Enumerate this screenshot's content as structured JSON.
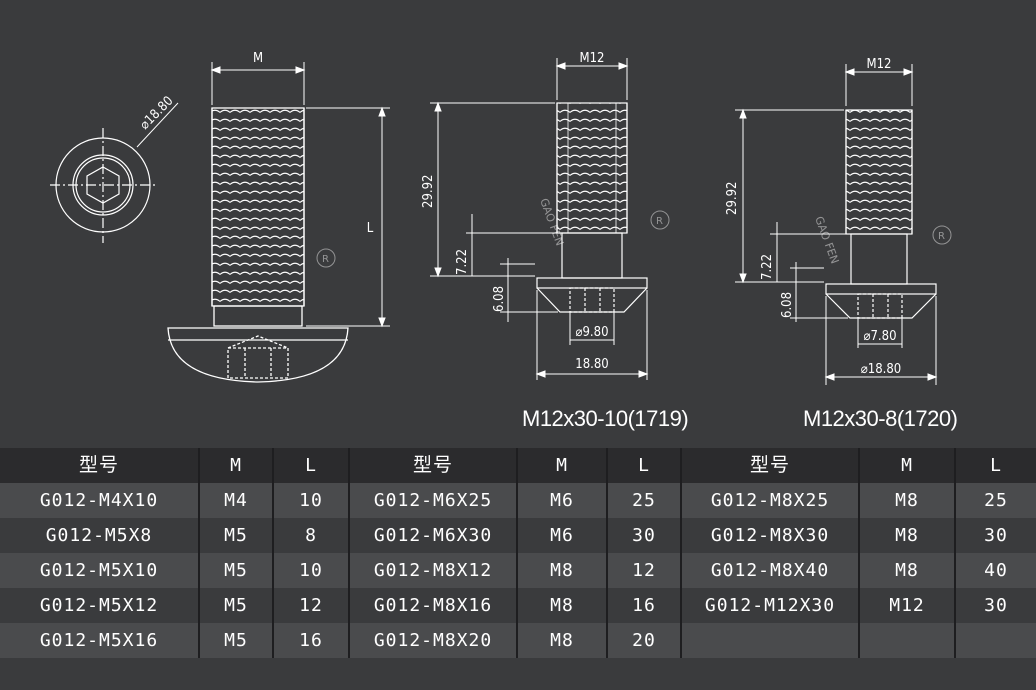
{
  "drawing": {
    "left_part": {
      "label_m": "M",
      "label_l": "L",
      "label_dia": "⌀18.80"
    },
    "middle_part": {
      "label_thread": "M12",
      "label_length": "29.92",
      "label_shank": "7.22",
      "label_head_h": "6.08",
      "label_socket": "⌀9.80",
      "label_head_d": "18.80",
      "watermark": "GAO FEN",
      "caption": "M12x30-10(1719)"
    },
    "right_part": {
      "label_thread": "M12",
      "label_length": "29.92",
      "label_shank": "7.22",
      "label_head_h": "6.08",
      "label_socket": "⌀7.80",
      "label_head_d": "⌀18.80",
      "watermark": "GAO FEN",
      "caption": "M12x30-8(1720)"
    },
    "registered_mark": "R"
  },
  "table": {
    "groups": [
      {
        "header": {
          "model": "型号",
          "m": "M",
          "l": "L"
        },
        "rows": [
          {
            "model": "G012-M4X10",
            "m": "M4",
            "l": "10"
          },
          {
            "model": "G012-M5X8",
            "m": "M5",
            "l": "8"
          },
          {
            "model": "G012-M5X10",
            "m": "M5",
            "l": "10"
          },
          {
            "model": "G012-M5X12",
            "m": "M5",
            "l": "12"
          },
          {
            "model": "G012-M5X16",
            "m": "M5",
            "l": "16"
          }
        ]
      },
      {
        "header": {
          "model": "型号",
          "m": "M",
          "l": "L"
        },
        "rows": [
          {
            "model": "G012-M6X25",
            "m": "M6",
            "l": "25"
          },
          {
            "model": "G012-M6X30",
            "m": "M6",
            "l": "30"
          },
          {
            "model": "G012-M8X12",
            "m": "M8",
            "l": "12"
          },
          {
            "model": "G012-M8X16",
            "m": "M8",
            "l": "16"
          },
          {
            "model": "G012-M8X20",
            "m": "M8",
            "l": "20"
          }
        ]
      },
      {
        "header": {
          "model": "型号",
          "m": "M",
          "l": "L"
        },
        "rows": [
          {
            "model": "G012-M8X25",
            "m": "M8",
            "l": "25"
          },
          {
            "model": "G012-M8X30",
            "m": "M8",
            "l": "30"
          },
          {
            "model": "G012-M8X40",
            "m": "M8",
            "l": "40"
          },
          {
            "model": "G012-M12X30",
            "m": "M12",
            "l": "30"
          },
          {
            "model": "",
            "m": "",
            "l": ""
          }
        ]
      }
    ]
  },
  "colors": {
    "background": "#3a3b3d",
    "header_row": "#2b2b2d",
    "stripe_row": "#4a4b4d",
    "line": "#ffffff"
  }
}
